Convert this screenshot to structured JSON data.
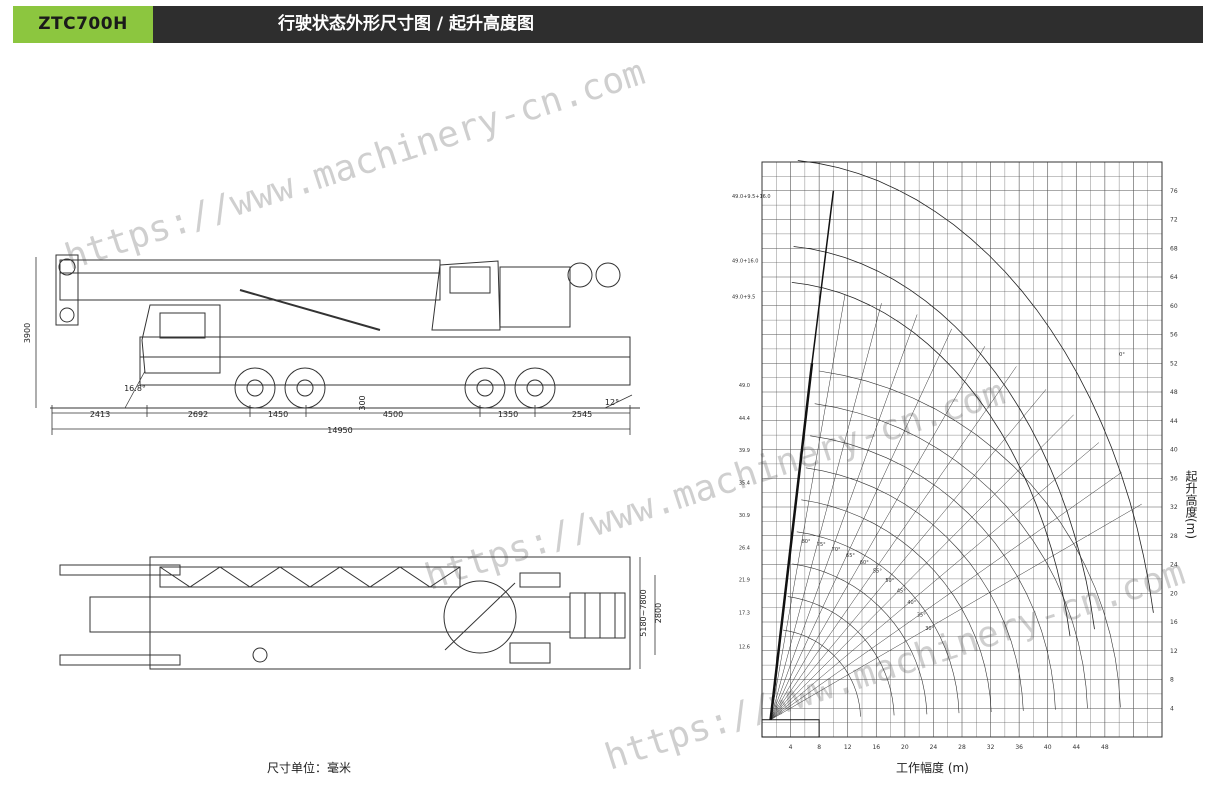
{
  "header": {
    "model": "ZTC700H",
    "title": "行驶状态外形尺寸图 / 起升高度图",
    "accent_color": "#8cc63f",
    "bar_color": "#2e2e2e"
  },
  "side_view": {
    "height_label": "3900",
    "dims": [
      "2413",
      "2692",
      "1450",
      "4500",
      "1350",
      "2545"
    ],
    "total": "14950",
    "approach_angle": "16.8°",
    "departure_angle": "12°",
    "clearance": "300"
  },
  "top_view": {
    "width_range": "5180~7800",
    "width": "2800"
  },
  "units_caption": "尺寸单位：毫米",
  "watermark": "https://www.machinery-cn.com",
  "chart_data": {
    "type": "line",
    "xlabel": "工作幅度 (m)",
    "ylabel": "起升高度(m)",
    "xlim": [
      0,
      56
    ],
    "ylim": [
      0,
      80
    ],
    "x_ticks": [
      4,
      8,
      12,
      16,
      20,
      24,
      28,
      32,
      36,
      40,
      44,
      48
    ],
    "y_ticks": [
      4,
      8,
      12,
      16,
      20,
      24,
      28,
      32,
      36,
      40,
      44,
      48,
      52,
      56,
      60,
      64,
      68,
      72,
      76
    ],
    "boom_lengths": [
      "12.6",
      "17.3",
      "21.9",
      "26.4",
      "30.9",
      "35.4",
      "39.9",
      "44.4",
      "49.0"
    ],
    "jib_labels": [
      "49.0+9.5+16.0",
      "49.0+16.0",
      "49.0+9.5"
    ],
    "angle_labels": [
      "80°",
      "75°",
      "70°",
      "65°",
      "60°",
      "55°",
      "50°",
      "45°",
      "40°",
      "35°",
      "30°",
      "0°"
    ],
    "grid": true
  }
}
